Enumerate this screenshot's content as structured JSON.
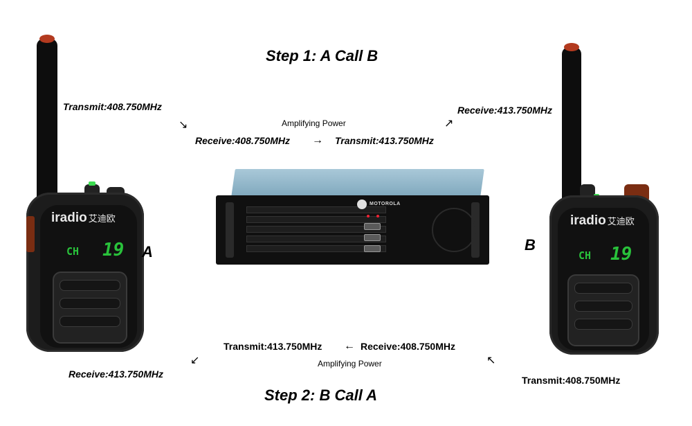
{
  "step1": {
    "title": "Step 1: A Call B"
  },
  "step2": {
    "title": "Step 2: B Call A"
  },
  "flow1": {
    "a_transmit": "Transmit:408.750MHz",
    "amplifying": "Amplifying Power",
    "repeater_receive": "Receive:408.750MHz",
    "repeater_transmit": "Transmit:413.750MHz",
    "b_receive": "Receive:413.750MHz",
    "arrow_down_right": "↘",
    "arrow_right": "→",
    "arrow_up_right": "↗"
  },
  "flow2": {
    "repeater_transmit": "Transmit:413.750MHz",
    "repeater_receive": "Receive:408.750MHz",
    "amplifying": "Amplifying Power",
    "a_receive": "Receive:413.750MHz",
    "b_transmit": "Transmit:408.750MHz",
    "arrow_down_left": "↙",
    "arrow_left": "←",
    "arrow_up_left": "↖"
  },
  "radio_a": {
    "letter": "A",
    "brand": "iradio",
    "brand_cn": "艾迪欧",
    "display_ch": "CH",
    "display_num": "19"
  },
  "radio_b": {
    "letter": "B",
    "brand": "iradio",
    "brand_cn": "艾迪欧",
    "display_ch": "CH",
    "display_num": "19"
  },
  "repeater": {
    "brand": "MOTOROLA"
  }
}
